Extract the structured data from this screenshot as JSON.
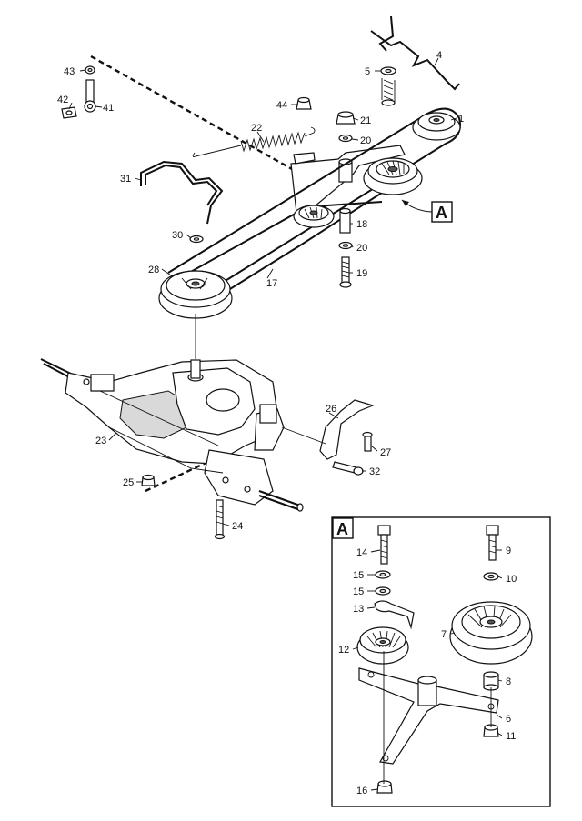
{
  "diagram": {
    "detail_ref": "A",
    "callouts_main": [
      "1",
      "4",
      "5",
      "17",
      "18",
      "19",
      "20",
      "20",
      "21",
      "22",
      "23",
      "24",
      "25",
      "26",
      "27",
      "28",
      "30",
      "31",
      "32",
      "41",
      "42",
      "43",
      "44"
    ],
    "callouts_detail": [
      "6",
      "7",
      "8",
      "9",
      "10",
      "11",
      "12",
      "13",
      "14",
      "15",
      "15",
      "16"
    ]
  }
}
